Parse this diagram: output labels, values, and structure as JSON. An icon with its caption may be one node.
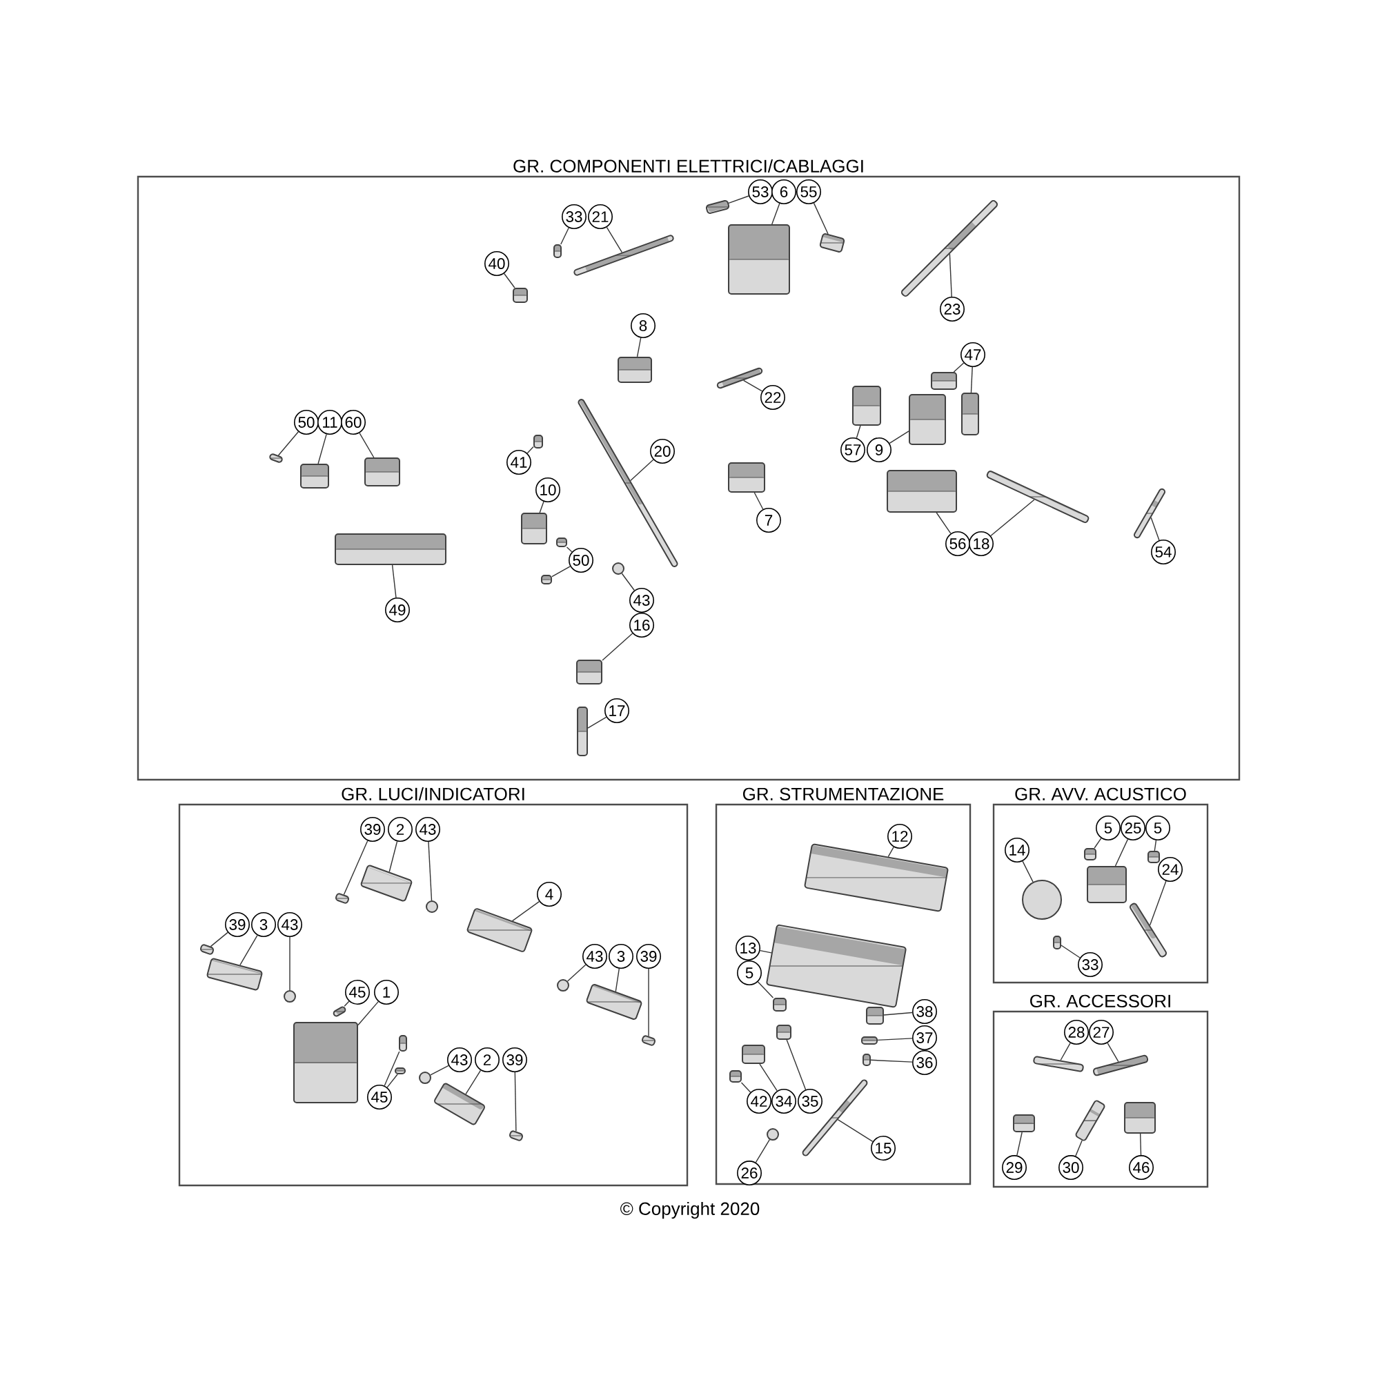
{
  "diagram": {
    "nodes": [
      {
        "text": [
          "GR. COMPONENTI ELETTRICI/CABLAGGI"
        ]
      },
      {
        "text": [
          "53"
        ],
        "in": 0
      },
      {
        "text": [
          "6"
        ],
        "in": 0
      },
      {
        "text": [
          "55"
        ],
        "in": 0
      },
      {
        "text": [
          "33"
        ],
        "in": 0
      },
      {
        "text": [
          "21"
        ],
        "in": 0
      },
      {
        "text": [
          "40"
        ],
        "in": 0
      },
      {
        "text": [
          "23"
        ],
        "in": 0
      },
      {
        "text": [
          "8"
        ],
        "in": 0
      },
      {
        "text": [
          "47"
        ],
        "in": 0
      },
      {
        "text": [
          "22"
        ],
        "in": 0
      },
      {
        "text": [
          "50"
        ],
        "in": 0
      },
      {
        "text": [
          "11"
        ],
        "in": 0
      },
      {
        "text": [
          "60"
        ],
        "in": 0
      },
      {
        "text": [
          "57"
        ],
        "in": 0
      },
      {
        "text": [
          "9"
        ],
        "in": 0
      },
      {
        "text": [
          "20"
        ],
        "in": 0
      },
      {
        "text": [
          "41"
        ],
        "in": 0
      },
      {
        "text": [
          "7"
        ],
        "in": 0
      },
      {
        "text": [
          "10"
        ],
        "in": 0
      },
      {
        "text": [
          "56"
        ],
        "in": 0
      },
      {
        "text": [
          "18"
        ],
        "in": 0
      },
      {
        "text": [
          "54"
        ],
        "in": 0
      },
      {
        "text": [
          "50"
        ],
        "in": 0
      },
      {
        "text": [
          "49"
        ],
        "in": 0
      },
      {
        "text": [
          "43"
        ],
        "in": 0
      },
      {
        "text": [
          "16"
        ],
        "in": 0
      },
      {
        "text": [
          "17"
        ],
        "in": 0
      },
      {
        "text": [
          "GR. LUCI/INDICATORI"
        ]
      },
      {
        "text": [
          "39"
        ],
        "in": 28
      },
      {
        "text": [
          "2"
        ],
        "in": 28
      },
      {
        "text": [
          "43"
        ],
        "in": 28
      },
      {
        "text": [
          "4"
        ],
        "in": 28
      },
      {
        "text": [
          "39"
        ],
        "in": 28
      },
      {
        "text": [
          "3"
        ],
        "in": 28
      },
      {
        "text": [
          "43"
        ],
        "in": 28
      },
      {
        "text": [
          "43"
        ],
        "in": 28
      },
      {
        "text": [
          "3"
        ],
        "in": 28
      },
      {
        "text": [
          "39"
        ],
        "in": 28
      },
      {
        "text": [
          "45"
        ],
        "in": 28
      },
      {
        "text": [
          "1"
        ],
        "in": 28
      },
      {
        "text": [
          "43"
        ],
        "in": 28
      },
      {
        "text": [
          "2"
        ],
        "in": 28
      },
      {
        "text": [
          "39"
        ],
        "in": 28
      },
      {
        "text": [
          "45"
        ],
        "in": 28
      },
      {
        "text": [
          "GR. STRUMENTAZIONE"
        ]
      },
      {
        "text": [
          "12"
        ],
        "in": 45
      },
      {
        "text": [
          "13"
        ],
        "in": 45
      },
      {
        "text": [
          "5"
        ],
        "in": 45
      },
      {
        "text": [
          "38"
        ],
        "in": 45
      },
      {
        "text": [
          "37"
        ],
        "in": 45
      },
      {
        "text": [
          "36"
        ],
        "in": 45
      },
      {
        "text": [
          "42"
        ],
        "in": 45
      },
      {
        "text": [
          "34"
        ],
        "in": 45
      },
      {
        "text": [
          "35"
        ],
        "in": 45
      },
      {
        "text": [
          "15"
        ],
        "in": 45
      },
      {
        "text": [
          "26"
        ],
        "in": 45
      },
      {
        "text": [
          "GR. AVV. ACUSTICO"
        ]
      },
      {
        "text": [
          "5"
        ],
        "in": 57
      },
      {
        "text": [
          "25"
        ],
        "in": 57
      },
      {
        "text": [
          "5"
        ],
        "in": 57
      },
      {
        "text": [
          "14"
        ],
        "in": 57
      },
      {
        "text": [
          "24"
        ],
        "in": 57
      },
      {
        "text": [
          "33"
        ],
        "in": 57
      },
      {
        "text": [
          "GR. ACCESSORI"
        ]
      },
      {
        "text": [
          "28"
        ],
        "in": 64
      },
      {
        "text": [
          "27"
        ],
        "in": 64
      },
      {
        "text": [
          "29"
        ],
        "in": 64
      },
      {
        "text": [
          "30"
        ],
        "in": 64
      },
      {
        "text": [
          "46"
        ],
        "in": 64
      },
      {
        "text": [],
        "shape": "picture",
        "in": 0
      },
      {
        "text": [],
        "shape": "picture",
        "in": 0
      },
      {
        "text": [],
        "shape": "picture",
        "in": 0
      },
      {
        "text": [],
        "shape": "picture",
        "in": 0
      },
      {
        "text": [],
        "shape": "picture",
        "in": 0
      },
      {
        "text": [],
        "shape": "picture",
        "in": 0
      },
      {
        "text": [],
        "shape": "picture",
        "in": 0
      },
      {
        "text": [],
        "shape": "picture",
        "in": 0
      },
      {
        "text": [],
        "shape": "picture",
        "in": 0
      },
      {
        "text": [],
        "shape": "picture",
        "in": 0
      },
      {
        "text": [],
        "shape": "picture",
        "in": 0
      },
      {
        "text": [],
        "shape": "picture",
        "in": 0
      },
      {
        "text": [],
        "shape": "picture",
        "in": 0
      },
      {
        "text": [],
        "shape": "picture",
        "in": 0
      },
      {
        "text": [],
        "shape": "picture",
        "in": 0
      },
      {
        "text": [],
        "shape": "picture",
        "in": 0
      },
      {
        "text": [],
        "shape": "picture",
        "in": 0
      },
      {
        "text": [],
        "shape": "picture",
        "in": 0
      },
      {
        "text": [],
        "shape": "picture",
        "in": 0
      },
      {
        "text": [],
        "shape": "picture",
        "in": 0
      },
      {
        "text": [],
        "shape": "picture",
        "in": 0
      },
      {
        "text": [],
        "shape": "picture",
        "in": 0
      },
      {
        "text": [],
        "shape": "picture",
        "in": 0
      },
      {
        "text": [],
        "shape": "picture",
        "in": 0
      },
      {
        "text": [],
        "shape": "circle",
        "in": 0
      },
      {
        "text": [],
        "shape": "picture",
        "in": 0
      },
      {
        "text": [],
        "shape": "picture",
        "in": 0
      },
      {
        "text": [],
        "shape": "picture",
        "in": 28
      },
      {
        "text": [],
        "shape": "picture",
        "in": 28
      },
      {
        "text": [],
        "shape": "circle",
        "in": 28
      },
      {
        "text": [],
        "shape": "picture",
        "in": 28
      },
      {
        "text": [],
        "shape": "picture",
        "in": 28
      },
      {
        "text": [],
        "shape": "picture",
        "in": 28
      },
      {
        "text": [],
        "shape": "circle",
        "in": 28
      },
      {
        "text": [],
        "shape": "circle",
        "in": 28
      },
      {
        "text": [],
        "shape": "picture",
        "in": 28
      },
      {
        "text": [],
        "shape": "picture",
        "in": 28
      },
      {
        "text": [],
        "shape": "picture",
        "in": 28
      },
      {
        "text": [],
        "shape": "picture",
        "in": 28
      },
      {
        "text": [],
        "shape": "circle",
        "in": 28
      },
      {
        "text": [],
        "shape": "picture",
        "in": 28
      },
      {
        "text": [],
        "shape": "picture",
        "in": 28
      },
      {
        "text": [],
        "shape": "picture",
        "in": 28
      },
      {
        "text": [],
        "shape": "picture",
        "in": 45
      },
      {
        "text": [],
        "shape": "picture",
        "in": 45
      },
      {
        "text": [],
        "shape": "picture",
        "in": 45
      },
      {
        "text": [],
        "shape": "picture",
        "in": 45
      },
      {
        "text": [],
        "shape": "picture",
        "in": 45
      },
      {
        "text": [],
        "shape": "picture",
        "in": 45
      },
      {
        "text": [],
        "shape": "picture",
        "in": 45
      },
      {
        "text": [],
        "shape": "picture",
        "in": 45
      },
      {
        "text": [],
        "shape": "picture",
        "in": 45
      },
      {
        "text": [],
        "shape": "picture",
        "in": 45
      },
      {
        "text": [],
        "shape": "circle",
        "in": 45
      },
      {
        "text": [],
        "shape": "picture",
        "in": 57
      },
      {
        "text": [],
        "shape": "picture",
        "in": 57
      },
      {
        "text": [],
        "shape": "picture",
        "in": 57
      },
      {
        "text": [],
        "shape": "circle",
        "in": 57
      },
      {
        "text": [],
        "shape": "picture",
        "in": 57
      },
      {
        "text": [],
        "shape": "picture",
        "in": 57
      },
      {
        "text": [],
        "shape": "picture",
        "in": 64
      },
      {
        "text": [],
        "shape": "picture",
        "in": 64
      },
      {
        "text": [],
        "shape": "picture",
        "in": 64
      },
      {
        "text": [],
        "shape": "picture",
        "in": 64
      },
      {
        "text": [],
        "shape": "picture",
        "in": 64
      },
      {
        "text": [],
        "shape": "picture",
        "in": 0
      },
      {
        "text": [],
        "shape": "picture",
        "in": 0
      },
      {
        "text": [],
        "shape": "picture",
        "in": 28
      }
    ],
    "edges": [
      {
        "from": 1,
        "to": 70,
        "arrow": "none"
      },
      {
        "from": 2,
        "to": 71,
        "arrow": "none"
      },
      {
        "from": 3,
        "to": 72,
        "arrow": "none"
      },
      {
        "from": 4,
        "to": 73,
        "arrow": "none"
      },
      {
        "from": 5,
        "to": 74,
        "arrow": "none"
      },
      {
        "from": 6,
        "to": 75,
        "arrow": "none"
      },
      {
        "from": 7,
        "to": 76,
        "arrow": "none"
      },
      {
        "from": 8,
        "to": 77,
        "arrow": "none"
      },
      {
        "from": 9,
        "to": 78,
        "arrow": "none"
      },
      {
        "from": 10,
        "to": 79,
        "arrow": "none"
      },
      {
        "from": 11,
        "to": 80,
        "arrow": "none"
      },
      {
        "from": 12,
        "to": 81,
        "arrow": "none"
      },
      {
        "from": 13,
        "to": 82,
        "arrow": "none"
      },
      {
        "from": 14,
        "to": 83,
        "arrow": "none"
      },
      {
        "from": 15,
        "to": 84,
        "arrow": "none"
      },
      {
        "from": 16,
        "to": 85,
        "arrow": "none"
      },
      {
        "from": 17,
        "to": 86,
        "arrow": "none"
      },
      {
        "from": 18,
        "to": 87,
        "arrow": "none"
      },
      {
        "from": 19,
        "to": 88,
        "arrow": "none"
      },
      {
        "from": 20,
        "to": 89,
        "arrow": "none"
      },
      {
        "from": 21,
        "to": 90,
        "arrow": "none"
      },
      {
        "from": 22,
        "to": 91,
        "arrow": "none"
      },
      {
        "from": 23,
        "to": 92,
        "arrow": "none"
      },
      {
        "from": 24,
        "to": 93,
        "arrow": "none"
      },
      {
        "from": 25,
        "to": 94,
        "arrow": "none"
      },
      {
        "from": 26,
        "to": 95,
        "arrow": "none"
      },
      {
        "from": 27,
        "to": 96,
        "arrow": "none"
      },
      {
        "from": 29,
        "to": 97,
        "arrow": "none"
      },
      {
        "from": 30,
        "to": 98,
        "arrow": "none"
      },
      {
        "from": 31,
        "to": 99,
        "arrow": "none"
      },
      {
        "from": 32,
        "to": 100,
        "arrow": "none"
      },
      {
        "from": 33,
        "to": 101,
        "arrow": "none"
      },
      {
        "from": 34,
        "to": 102,
        "arrow": "none"
      },
      {
        "from": 35,
        "to": 103,
        "arrow": "none"
      },
      {
        "from": 36,
        "to": 104,
        "arrow": "none"
      },
      {
        "from": 37,
        "to": 105,
        "arrow": "none"
      },
      {
        "from": 38,
        "to": 106,
        "arrow": "none"
      },
      {
        "from": 39,
        "to": 107,
        "arrow": "none"
      },
      {
        "from": 40,
        "to": 108,
        "arrow": "none"
      },
      {
        "from": 41,
        "to": 109,
        "arrow": "none"
      },
      {
        "from": 42,
        "to": 110,
        "arrow": "none"
      },
      {
        "from": 43,
        "to": 111,
        "arrow": "none"
      },
      {
        "from": 44,
        "to": 112,
        "arrow": "none"
      },
      {
        "from": 46,
        "to": 113,
        "arrow": "none"
      },
      {
        "from": 47,
        "to": 114,
        "arrow": "none"
      },
      {
        "from": 48,
        "to": 115,
        "arrow": "none"
      },
      {
        "from": 49,
        "to": 116,
        "arrow": "none"
      },
      {
        "from": 50,
        "to": 117,
        "arrow": "none"
      },
      {
        "from": 51,
        "to": 118,
        "arrow": "none"
      },
      {
        "from": 52,
        "to": 119,
        "arrow": "none"
      },
      {
        "from": 53,
        "to": 120,
        "arrow": "none"
      },
      {
        "from": 54,
        "to": 121,
        "arrow": "none"
      },
      {
        "from": 55,
        "to": 122,
        "arrow": "none"
      },
      {
        "from": 56,
        "to": 123,
        "arrow": "none"
      },
      {
        "from": 58,
        "to": 124,
        "arrow": "none"
      },
      {
        "from": 59,
        "to": 125,
        "arrow": "none"
      },
      {
        "from": 60,
        "to": 126,
        "arrow": "none"
      },
      {
        "from": 61,
        "to": 127,
        "arrow": "none"
      },
      {
        "from": 62,
        "to": 128,
        "arrow": "none"
      },
      {
        "from": 63,
        "to": 129,
        "arrow": "none"
      },
      {
        "from": 65,
        "to": 130,
        "arrow": "none"
      },
      {
        "from": 66,
        "to": 131,
        "arrow": "none"
      },
      {
        "from": 67,
        "to": 132,
        "arrow": "none"
      },
      {
        "from": 68,
        "to": 133,
        "arrow": "none"
      },
      {
        "from": 69,
        "to": 134,
        "arrow": "none"
      },
      {
        "from": 9,
        "to": 135,
        "arrow": "none"
      },
      {
        "from": 23,
        "to": 136,
        "arrow": "none"
      },
      {
        "from": 44,
        "to": 137,
        "arrow": "none"
      }
    ],
    "labels": [
      "© Copyright 2020"
    ]
  }
}
